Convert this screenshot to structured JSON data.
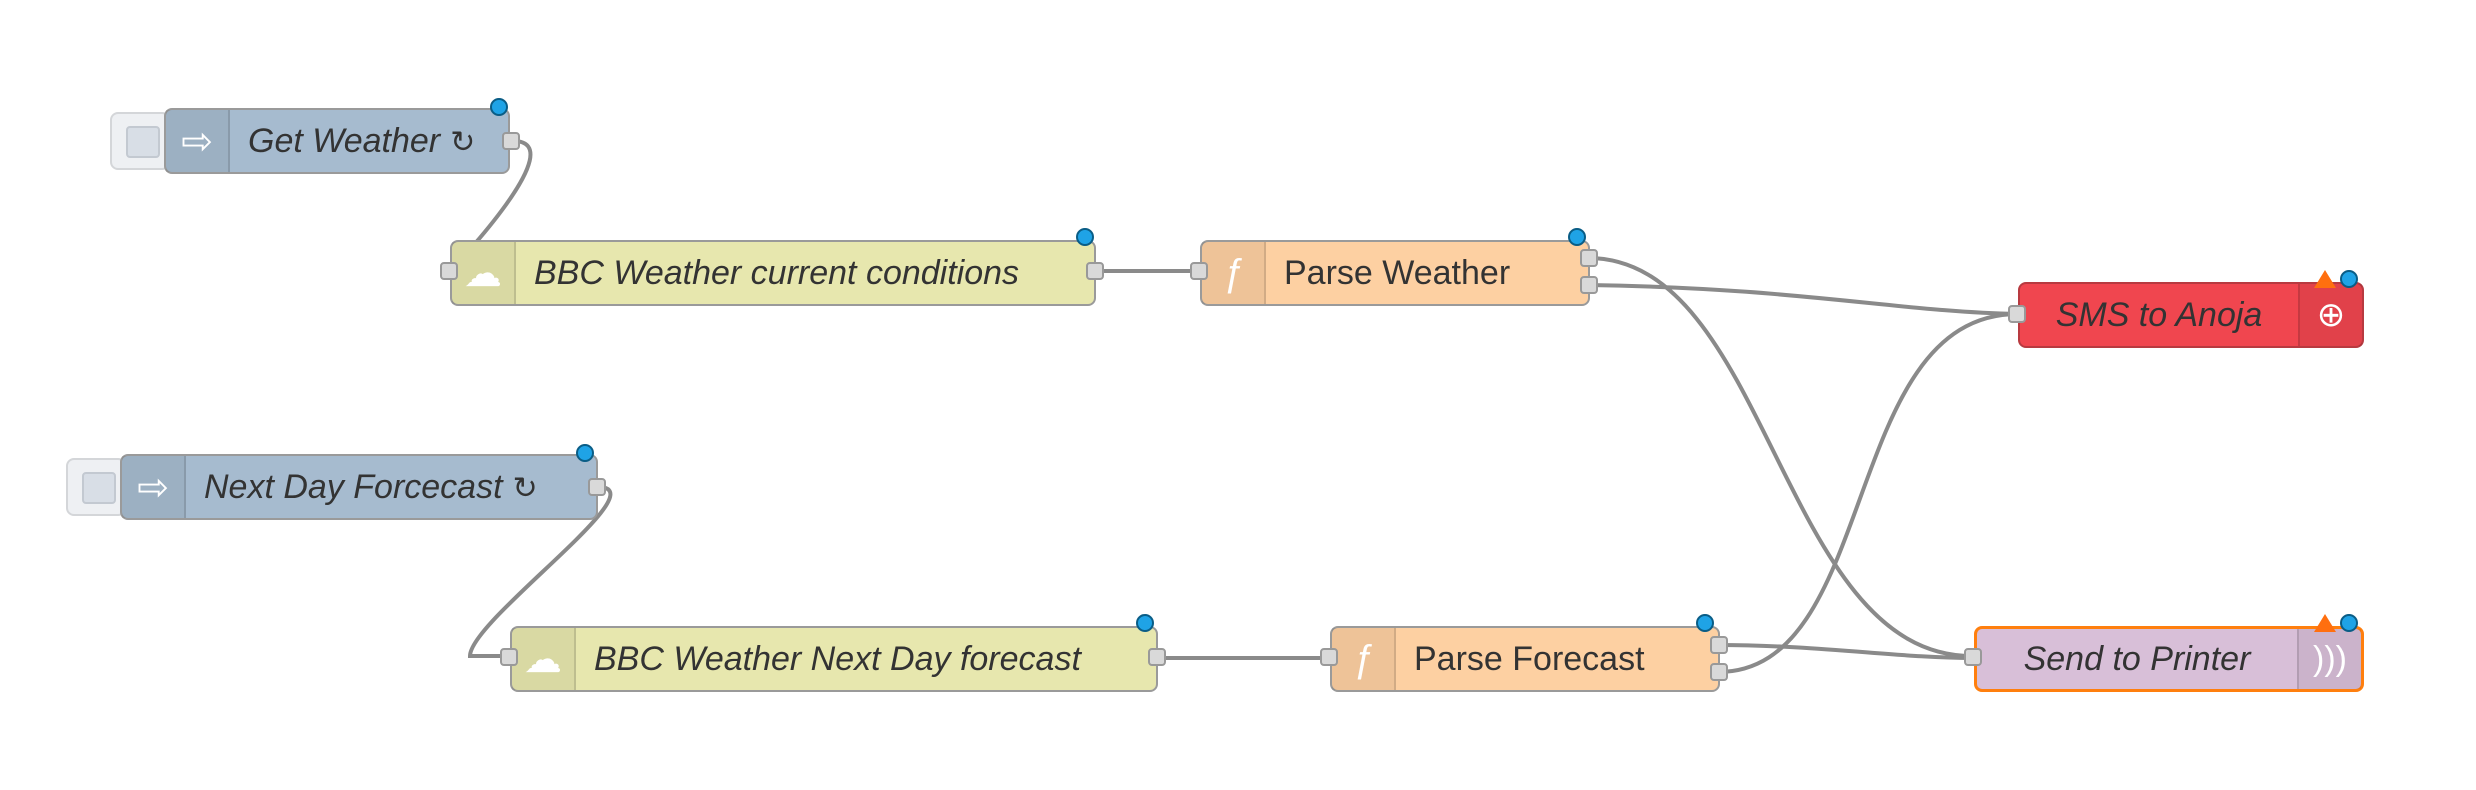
{
  "colors": {
    "inject": "#a6bbcf",
    "http": "#e7e7ae",
    "function": "#fdd0a2",
    "twilio": "#f0464f",
    "printer": "#d8bfd8",
    "wire": "#8a8a8a",
    "selected_border": "#ff7f0e",
    "changed_dot": "#1fa3e6",
    "error_triangle": "#ff6f0f"
  },
  "nodes": {
    "get_weather": {
      "label": "Get Weather",
      "type": "inject",
      "icon": "inject-arrow-icon",
      "repeat_icon": "↻"
    },
    "bbc_current": {
      "label": "BBC Weather current conditions",
      "type": "http",
      "icon": "weather-feed-icon"
    },
    "parse_weather": {
      "label": "Parse Weather",
      "type": "function",
      "icon": "function-icon",
      "glyph": "ƒ"
    },
    "sms_anoja": {
      "label": "SMS to Anoja",
      "type": "twilio",
      "icon": "twilio-icon"
    },
    "next_day": {
      "label": "Next Day Forcecast",
      "type": "inject",
      "icon": "inject-arrow-icon",
      "repeat_icon": "↻"
    },
    "bbc_next": {
      "label": "BBC Weather Next Day forecast",
      "type": "http",
      "icon": "weather-feed-icon"
    },
    "parse_forecast": {
      "label": "Parse Forecast",
      "type": "function",
      "icon": "function-icon",
      "glyph": "ƒ"
    },
    "send_printer": {
      "label": "Send to Printer",
      "type": "printer",
      "icon": "printer-output-icon"
    }
  },
  "wires": [
    [
      "get_weather",
      "bbc_current"
    ],
    [
      "bbc_current",
      "parse_weather"
    ],
    [
      "parse_weather",
      "send_printer"
    ],
    [
      "parse_weather",
      "sms_anoja"
    ],
    [
      "next_day",
      "bbc_next"
    ],
    [
      "bbc_next",
      "parse_forecast"
    ],
    [
      "parse_forecast",
      "send_printer"
    ],
    [
      "parse_forecast",
      "sms_anoja"
    ]
  ]
}
